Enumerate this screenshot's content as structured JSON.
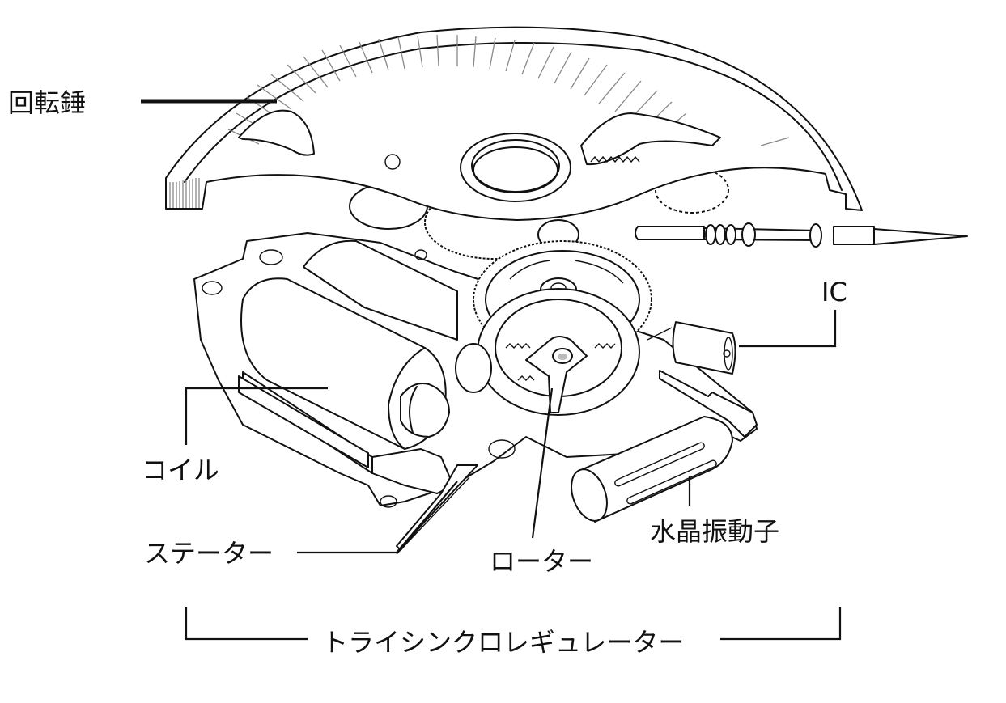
{
  "diagram": {
    "subject": "Tri-synchro regulator watch movement (exploded illustration)",
    "labels": {
      "oscillating_weight": "回転錘",
      "ic": "IC",
      "coil": "コイル",
      "stator": "ステーター",
      "rotor": "ローター",
      "crystal_oscillator": "水晶振動子",
      "regulator": "トライシンクロレギュレーター"
    },
    "colors": {
      "line": "#111111",
      "background": "#ffffff",
      "hatch": "#888888"
    }
  }
}
